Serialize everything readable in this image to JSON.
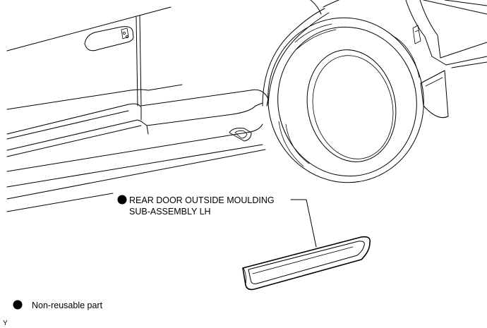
{
  "callout": {
    "line1": "REAR DOOR OUTSIDE MOULDING",
    "line2": "SUB-ASSEMBLY LH"
  },
  "legend": {
    "label": "Non-reusable part",
    "symbol": "filled-circle-icon"
  },
  "corner_mark": "Y",
  "colors": {
    "ink": "#000000",
    "paper": "#ffffff"
  }
}
